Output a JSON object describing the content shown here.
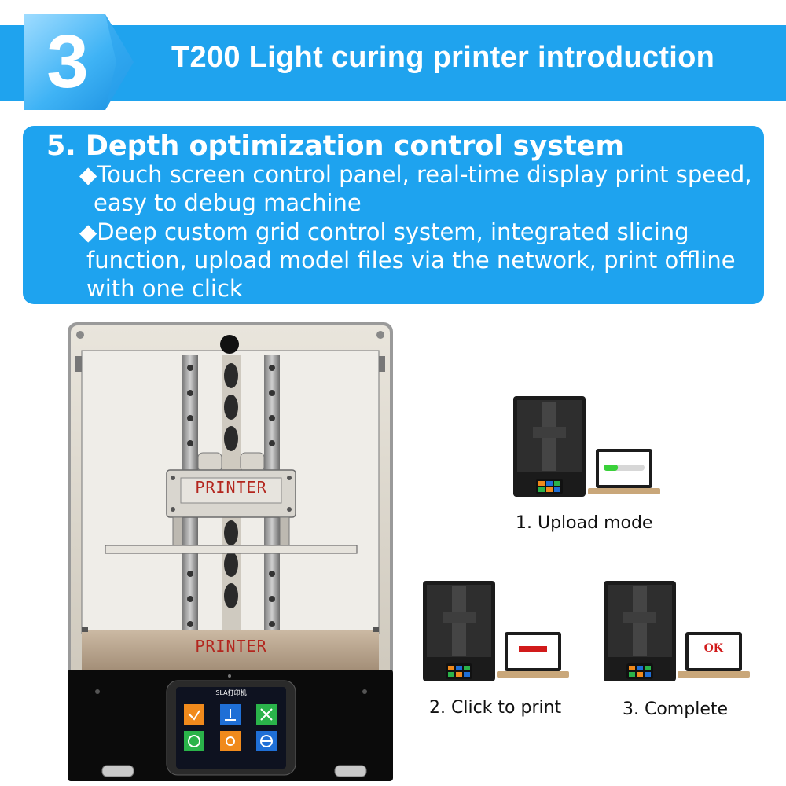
{
  "banner": {
    "step_number": "3",
    "title": "T200 Light curing printer introduction"
  },
  "section": {
    "heading": "5. Depth optimization control system",
    "bullets": [
      {
        "lines": [
          "◆Touch screen control panel, real-time display print speed,",
          "easy to debug machine"
        ]
      },
      {
        "lines": [
          "◆Deep custom grid control system, integrated slicing",
          "function, upload model files via the network, print offline",
          "with one click"
        ]
      }
    ]
  },
  "printer": {
    "brand_label": "PRINTER",
    "base_label": "PRINTER",
    "screen_title": "SLA打印机"
  },
  "steps": [
    {
      "caption": "1. Upload mode",
      "laptop_display": "progress",
      "progress": 0.35
    },
    {
      "caption": "2. Click to print",
      "laptop_display": "banner"
    },
    {
      "caption": "3. Complete",
      "laptop_display": "text",
      "laptop_text": "OK"
    }
  ],
  "colors": {
    "banner_blue": "#1fa3ee",
    "panel_blue": "#1ea3ef",
    "brand_red": "#b3261e",
    "ok_red": "#d11a1a",
    "progress_green": "#3ad13a"
  }
}
